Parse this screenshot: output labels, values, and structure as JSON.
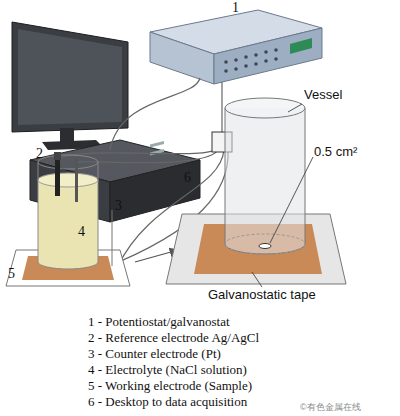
{
  "diagram": {
    "labels": [
      "1",
      "2",
      "3",
      "4",
      "5",
      "6",
      "Vessel",
      "0.5 cm²",
      "Galvanostatic tape",
      "1 - Potentiostat/galvanostat",
      "2 - Reference electrode Ag/AgCl",
      "3 - Counter electrode (Pt)",
      "4 - Electrolyte (NaCl solution)",
      "5 - Working electrode (Sample)",
      "6 - Desktop to data acquisition",
      "©有色金属在线"
    ]
  }
}
